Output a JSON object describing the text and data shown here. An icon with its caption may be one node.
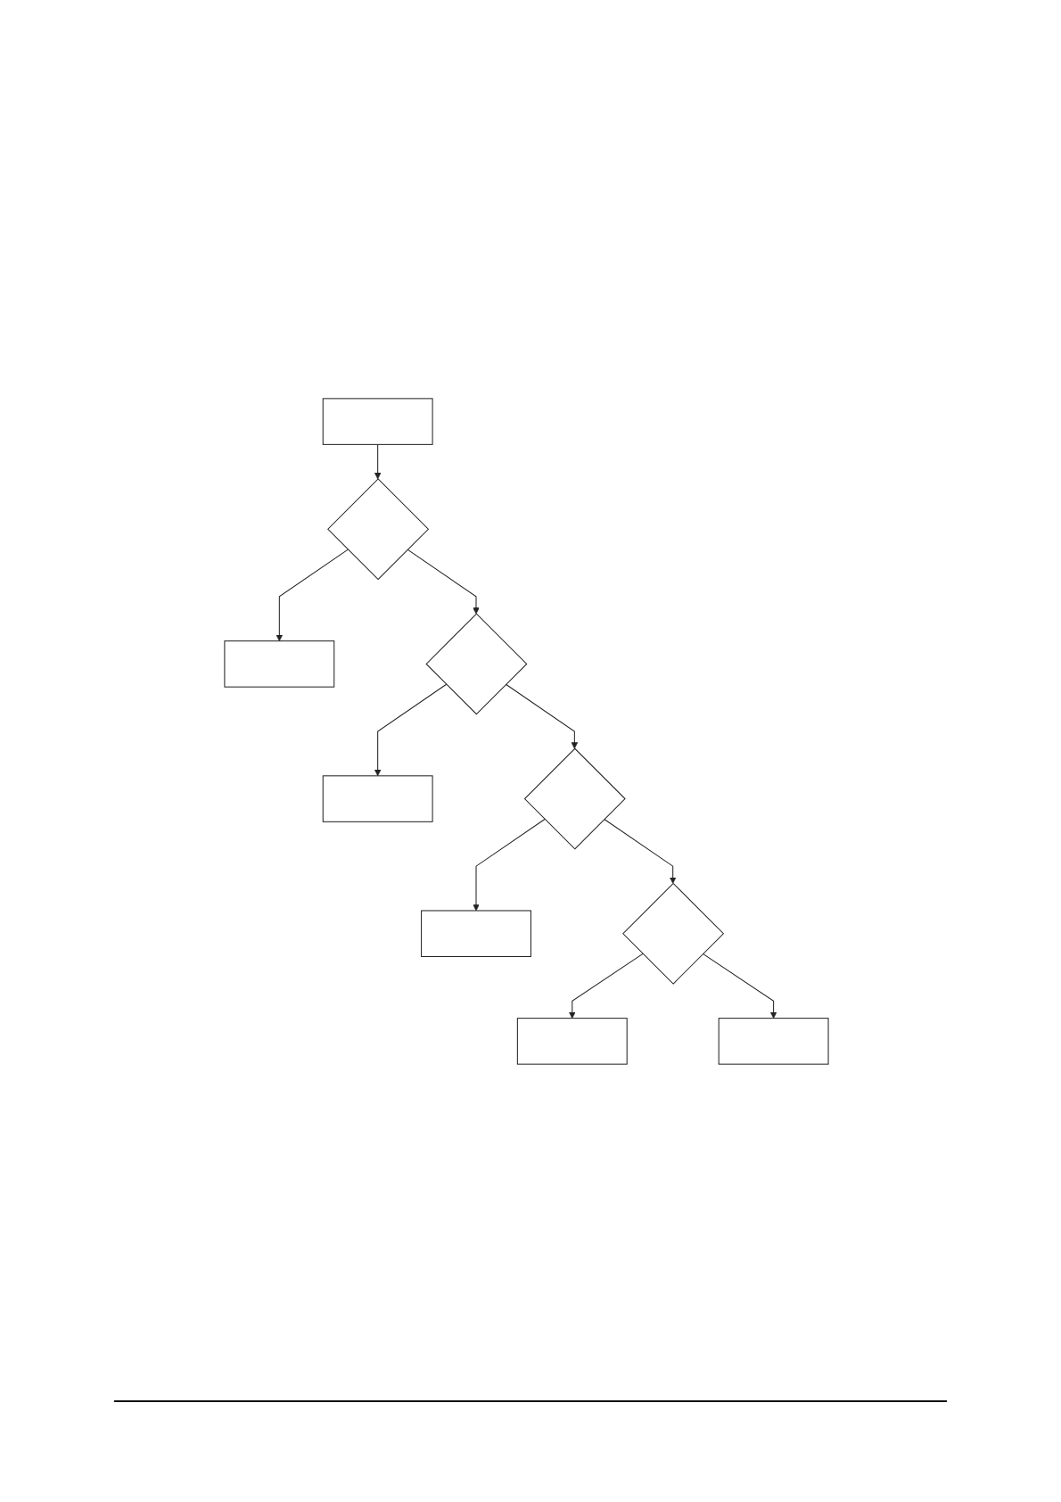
{
  "diagram": {
    "nodes": [
      {
        "text": [],
        "shape": "box"
      },
      {
        "text": [],
        "shape": "diamond"
      },
      {
        "text": [],
        "shape": "box"
      },
      {
        "text": [],
        "shape": "diamond"
      },
      {
        "text": [],
        "shape": "box"
      },
      {
        "text": [],
        "shape": "diamond"
      },
      {
        "text": [],
        "shape": "box"
      },
      {
        "text": [],
        "shape": "diamond"
      },
      {
        "text": [],
        "shape": "box"
      },
      {
        "text": [],
        "shape": "box"
      }
    ],
    "edges": [
      {
        "from": 0,
        "to": 1,
        "arrow": "to"
      },
      {
        "from": 1,
        "to": 2,
        "arrow": "to"
      },
      {
        "from": 1,
        "to": 3,
        "arrow": "to"
      },
      {
        "from": 3,
        "to": 4,
        "arrow": "to"
      },
      {
        "from": 3,
        "to": 5,
        "arrow": "to"
      },
      {
        "from": 5,
        "to": 6,
        "arrow": "to"
      },
      {
        "from": 5,
        "to": 7,
        "arrow": "to"
      },
      {
        "from": 7,
        "to": 8,
        "arrow": "to"
      },
      {
        "from": 7,
        "to": 9,
        "arrow": "to"
      }
    ]
  }
}
